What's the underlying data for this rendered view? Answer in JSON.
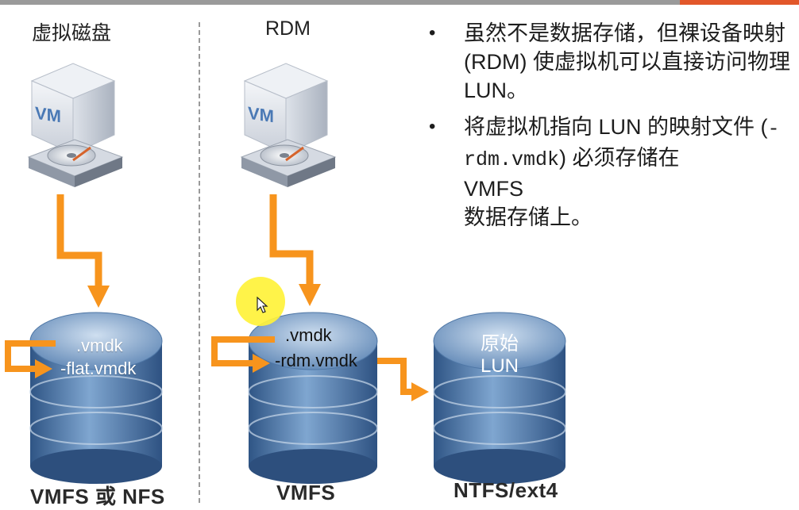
{
  "columns": {
    "virtual_disk": {
      "title": "虚拟磁盘",
      "datastore_label": "VMFS 或 NFS",
      "file_1": ".vmdk",
      "file_2": "-flat.vmdk"
    },
    "rdm": {
      "title": "RDM",
      "datastore_label": "VMFS",
      "file_1": ".vmdk",
      "file_2": "-rdm.vmdk"
    },
    "raw_lun": {
      "disk_line_1": "原始",
      "disk_line_2": "LUN",
      "datastore_label": "NTFS/ext4"
    }
  },
  "vm_label": "VM",
  "bullets": {
    "b1": "虽然不是数据存储，但裸设备映射 (RDM) 使虚拟机可以直接访问物理 LUN。",
    "b2_before": "将虚拟机指向 LUN 的映射文件 (",
    "b2_code": "-rdm.vmdk",
    "b2_after": ") 必须存储在",
    "b2_line3": "VMFS",
    "b2_line4": "数据存储上。",
    "dot": "•"
  },
  "colors": {
    "arrow": "#f7941d",
    "disk_blue": "#5e86b5",
    "accent": "#e2572a"
  },
  "icons": [
    "vm-box-icon",
    "hard-disk-icon",
    "datastore-cylinder-icon",
    "mouse-pointer-icon"
  ]
}
